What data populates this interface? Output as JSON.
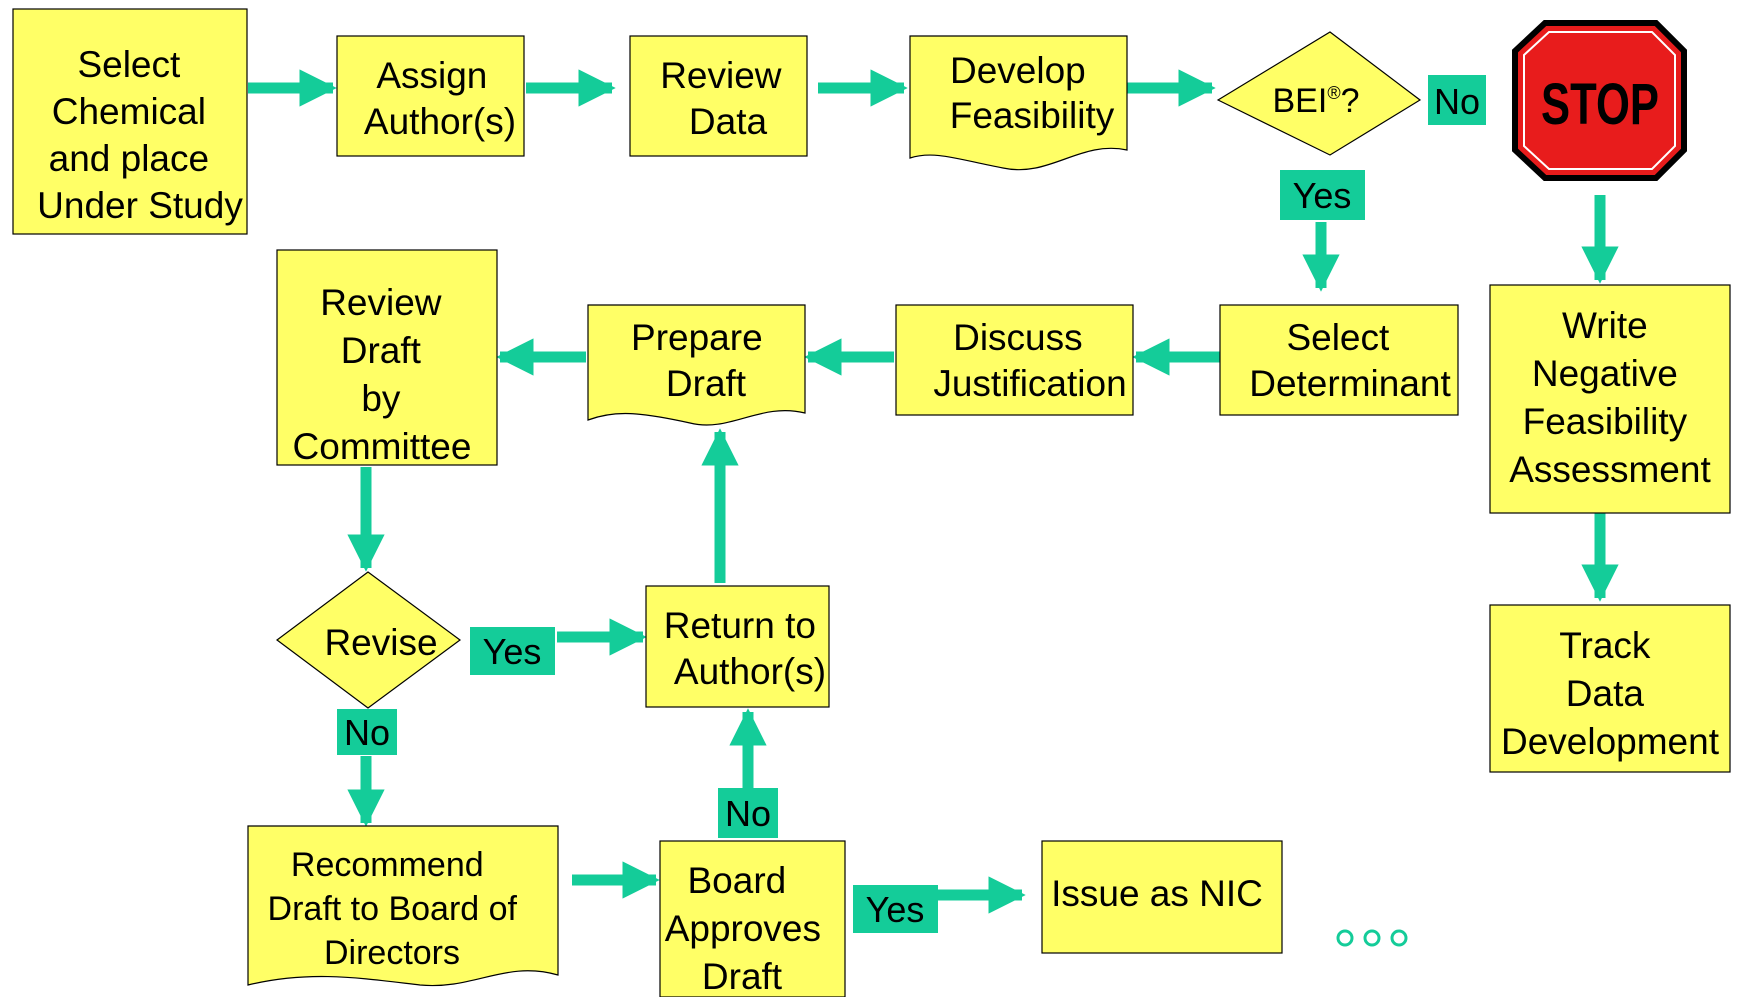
{
  "colors": {
    "box_fill": "#ffff66",
    "label_fill": "#14cc99",
    "arrow": "#14cc99",
    "stop_fill": "#e81c1c"
  },
  "nodes": {
    "select_chemical": [
      "Select",
      "Chemical",
      "and place",
      "Under Study"
    ],
    "assign_authors": [
      "Assign",
      "Author(s)"
    ],
    "review_data": [
      "Review",
      "Data"
    ],
    "develop_feasibility": [
      "Develop",
      "Feasibility"
    ],
    "bei_decision": {
      "main": "BEI",
      "sup": "®",
      "end": "?"
    },
    "stop_sign": "STOP",
    "write_negative": [
      "Write",
      "Negative",
      "Feasibility",
      "Assessment"
    ],
    "track_data": [
      "Track",
      "Data",
      "Development"
    ],
    "select_determinant": [
      "Select",
      "Determinant"
    ],
    "discuss_justification": [
      "Discuss",
      "Justification"
    ],
    "prepare_draft": [
      "Prepare",
      "Draft"
    ],
    "review_draft": [
      "Review",
      "Draft",
      "by",
      "Committee"
    ],
    "revise_decision": "Revise",
    "return_authors": [
      "Return to",
      "Author(s)"
    ],
    "recommend_draft": [
      "Recommend",
      "Draft to Board of",
      "Directors"
    ],
    "board_approves": [
      "Board",
      "Approves",
      "Draft"
    ],
    "issue_nic": "Issue as NIC"
  },
  "labels": {
    "bei_no": "No",
    "bei_yes": "Yes",
    "revise_yes": "Yes",
    "revise_no": "No",
    "board_no": "No",
    "board_yes": "Yes"
  },
  "continuation": "three-dots-icon"
}
